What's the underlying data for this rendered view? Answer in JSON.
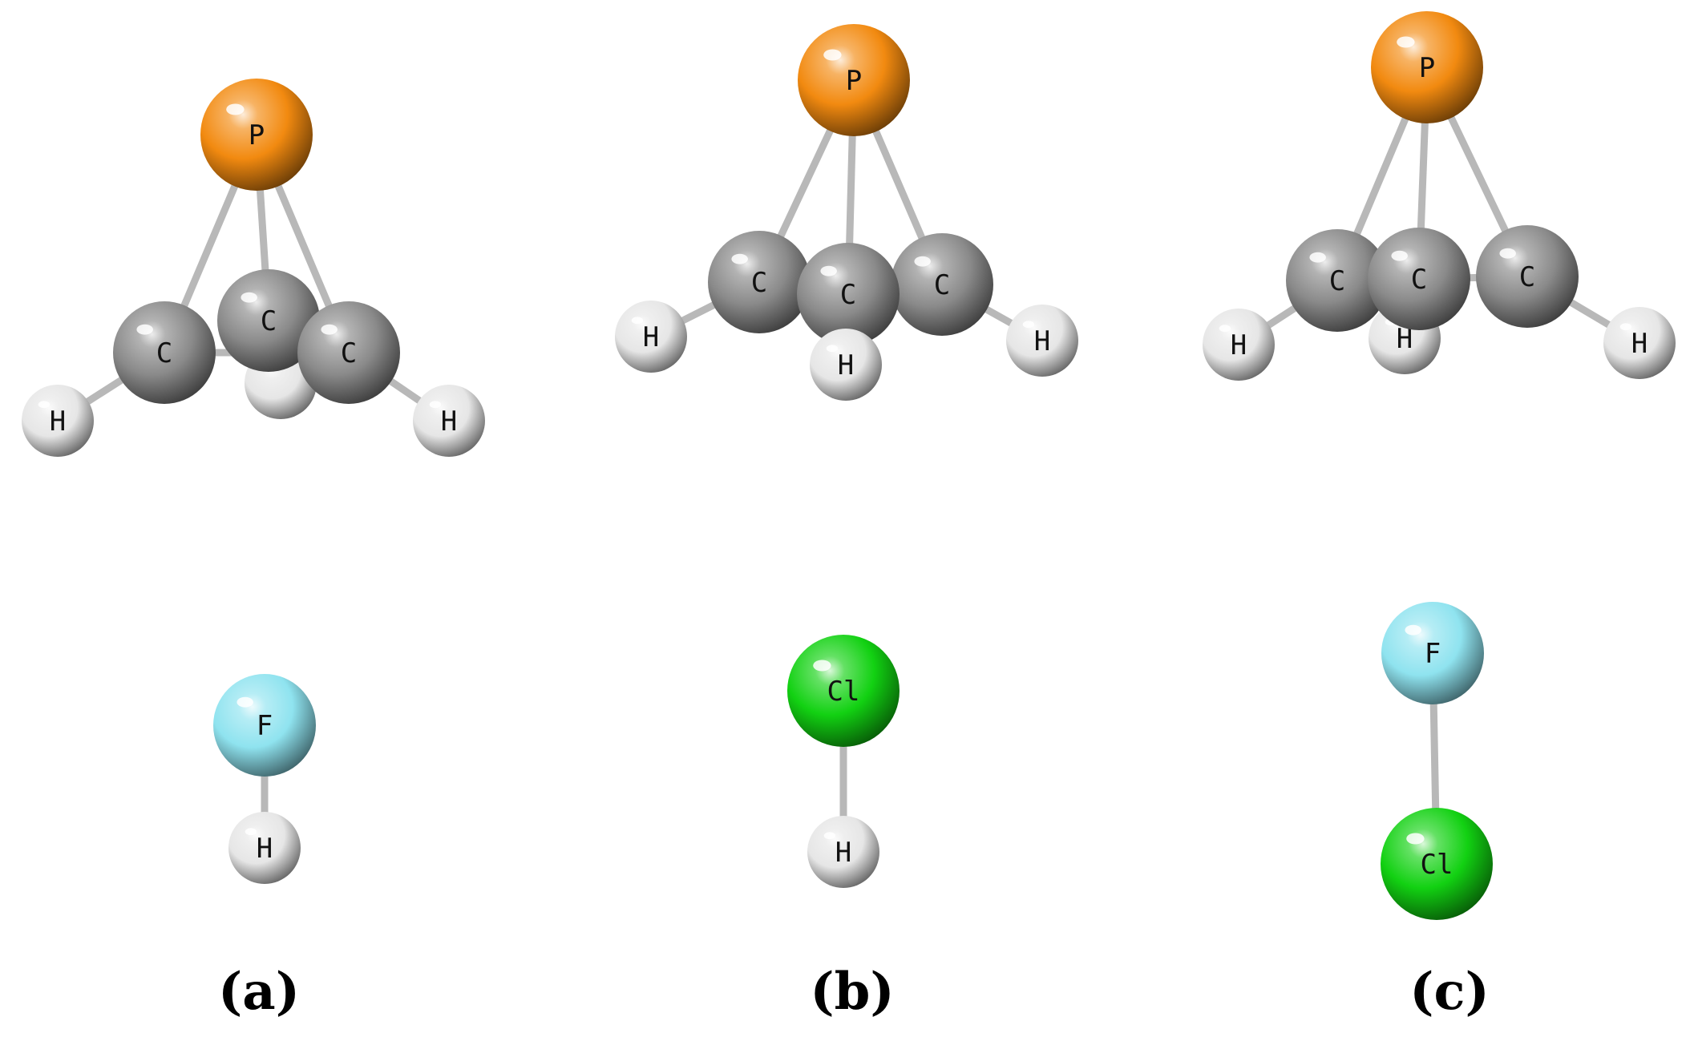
{
  "colors": {
    "phosphorus": "#f28a10",
    "carbon": "#8a8a8a",
    "hydrogen": "#e6e6e6",
    "fluorine": "#8fe3ef",
    "chlorine": "#12d112",
    "bond": "#b8b8b8"
  },
  "panels": [
    {
      "id": "a",
      "label": "(a)",
      "atoms": [
        {
          "id": "P",
          "element": "phosphorus",
          "label": "P"
        },
        {
          "id": "C_back",
          "element": "carbon",
          "label": "C"
        },
        {
          "id": "C_left",
          "element": "carbon",
          "label": "C"
        },
        {
          "id": "C_right",
          "element": "carbon",
          "label": "C"
        },
        {
          "id": "H_back",
          "element": "hydrogen",
          "label": ""
        },
        {
          "id": "H_left",
          "element": "hydrogen",
          "label": "H"
        },
        {
          "id": "H_right",
          "element": "hydrogen",
          "label": "H"
        },
        {
          "id": "F",
          "element": "fluorine",
          "label": "F"
        },
        {
          "id": "H_hf",
          "element": "hydrogen",
          "label": "H"
        }
      ]
    },
    {
      "id": "b",
      "label": "(b)",
      "atoms": [
        {
          "id": "P",
          "element": "phosphorus",
          "label": "P"
        },
        {
          "id": "C_left",
          "element": "carbon",
          "label": "C"
        },
        {
          "id": "C_right",
          "element": "carbon",
          "label": "C"
        },
        {
          "id": "C_mid",
          "element": "carbon",
          "label": "C"
        },
        {
          "id": "H_left",
          "element": "hydrogen",
          "label": "H"
        },
        {
          "id": "H_right",
          "element": "hydrogen",
          "label": "H"
        },
        {
          "id": "H_mid",
          "element": "hydrogen",
          "label": "H"
        },
        {
          "id": "Cl",
          "element": "chlorine",
          "label": "Cl"
        },
        {
          "id": "H_hcl",
          "element": "hydrogen",
          "label": "H"
        }
      ]
    },
    {
      "id": "c",
      "label": "(c)",
      "atoms": [
        {
          "id": "P",
          "element": "phosphorus",
          "label": "P"
        },
        {
          "id": "C_left",
          "element": "carbon",
          "label": "C"
        },
        {
          "id": "C_right",
          "element": "carbon",
          "label": "C"
        },
        {
          "id": "C_mid",
          "element": "carbon",
          "label": "C"
        },
        {
          "id": "H_left",
          "element": "hydrogen",
          "label": "H"
        },
        {
          "id": "H_right",
          "element": "hydrogen",
          "label": "H"
        },
        {
          "id": "H_mid",
          "element": "hydrogen",
          "label": "H"
        },
        {
          "id": "F",
          "element": "fluorine",
          "label": "F"
        },
        {
          "id": "Cl",
          "element": "chlorine",
          "label": "Cl"
        }
      ]
    }
  ]
}
